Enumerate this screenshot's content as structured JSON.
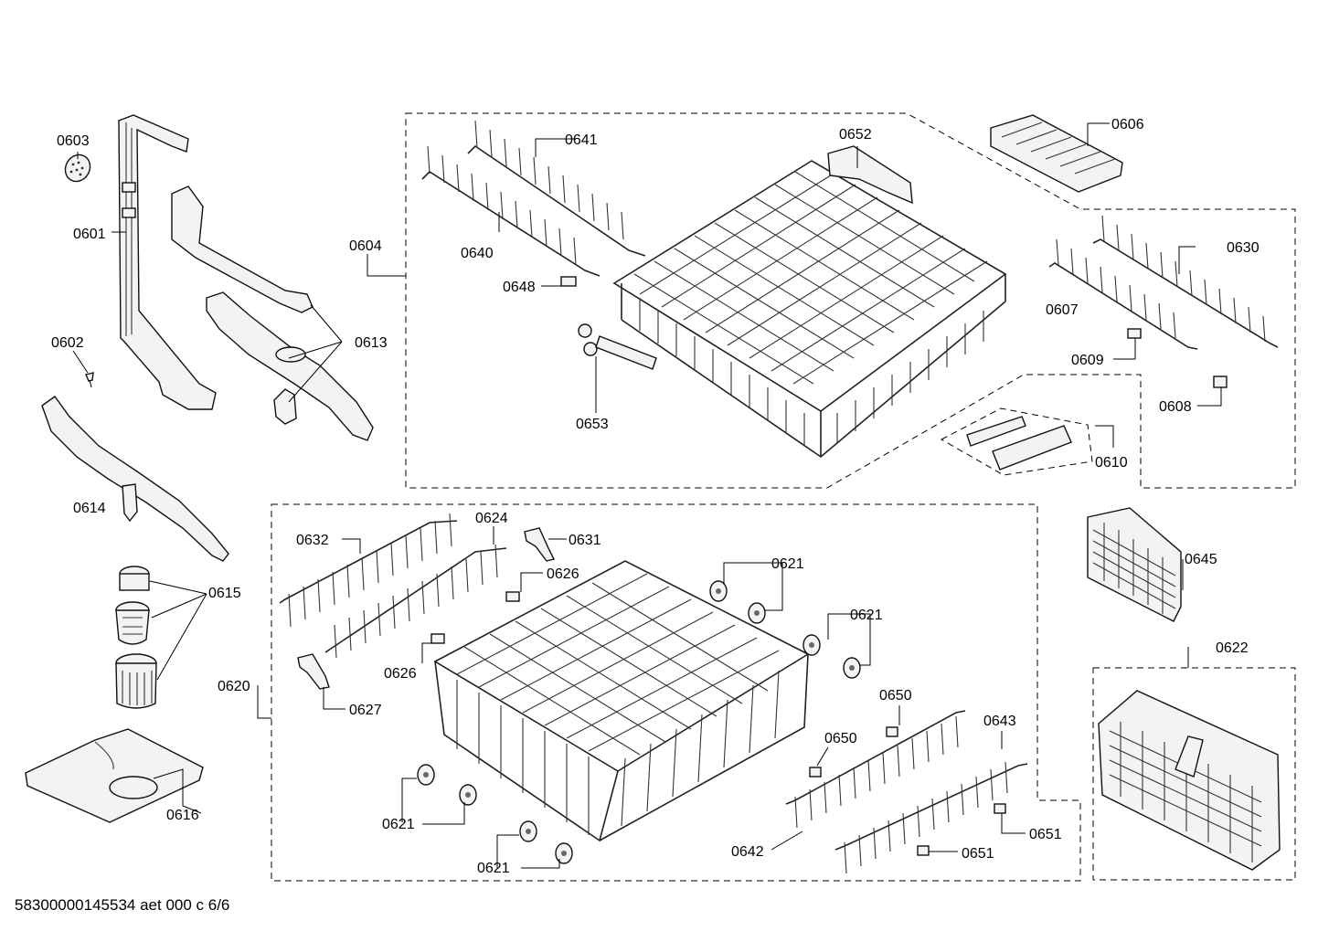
{
  "labels": {
    "p0601": "0601",
    "p0602": "0602",
    "p0603": "0603",
    "p0604": "0604",
    "p0606": "0606",
    "p0607": "0607",
    "p0608": "0608",
    "p0609": "0609",
    "p0610": "0610",
    "p0613": "0613",
    "p0614": "0614",
    "p0615": "0615",
    "p0616": "0616",
    "p0620": "0620",
    "p0621": "0621",
    "p0622": "0622",
    "p0624": "0624",
    "p0626": "0626",
    "p0627": "0627",
    "p0630": "0630",
    "p0631": "0631",
    "p0632": "0632",
    "p0640": "0640",
    "p0641": "0641",
    "p0642": "0642",
    "p0643": "0643",
    "p0645": "0645",
    "p0648": "0648",
    "p0650": "0650",
    "p0651": "0651",
    "p0652": "0652",
    "p0653": "0653"
  },
  "footer": "58300000145534 aet 000 c 6/6"
}
